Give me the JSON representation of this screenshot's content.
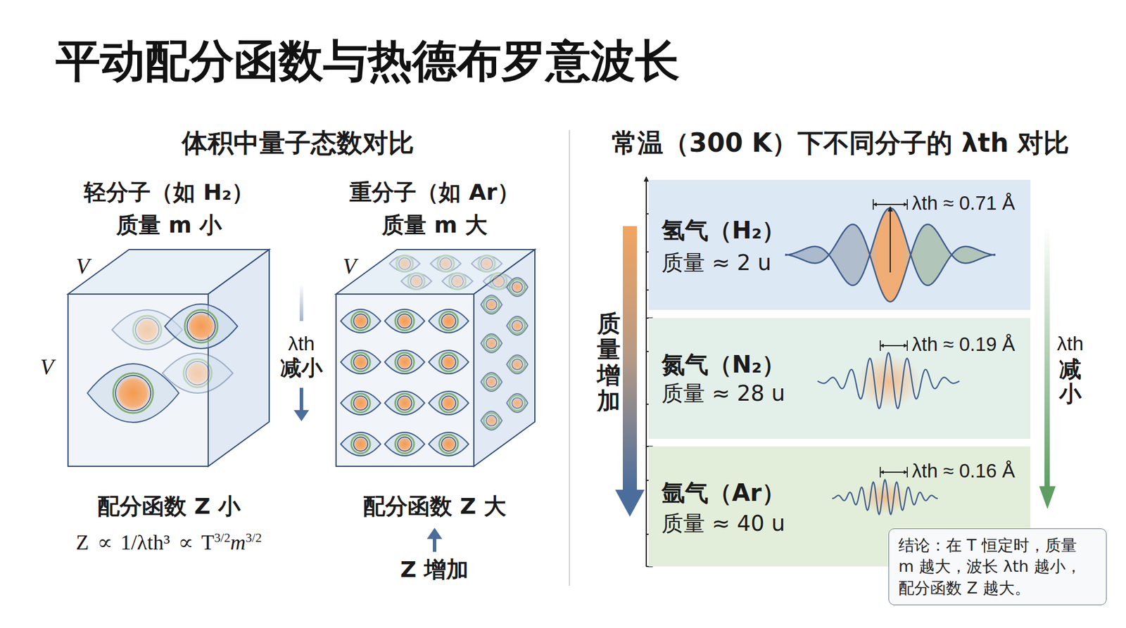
{
  "diagram": {
    "title": "平动配分函数与热德布罗意波长",
    "nodes": [
      {
        "text": [
          "氢气（H₂）",
          "质量 ≈ 2 u",
          "λth ≈ 0.71 Å"
        ]
      },
      {
        "text": [
          "氮气（N₂）",
          "质量 ≈ 28 u",
          "λth ≈ 0.19 Å"
        ]
      },
      {
        "text": [
          "氩气（Ar）",
          "质量 ≈ 40 u",
          "λth ≈ 0.16 Å"
        ]
      },
      {
        "text": [
          "结论：在 T 恒定时，质量 m 越大，波长 λth 越小，配分函数 Z 越大。"
        ]
      }
    ],
    "labels": [
      "体积中量子态数对比",
      "常温（300 K）下不同分子的 λth 对比",
      "轻分子（如 H₂）",
      "质量 m 小",
      "重分子（如 Ar）",
      "质量 m 大",
      "V",
      "V",
      "V",
      "λth",
      "减小",
      "配分函数 Z 小",
      "Z ∝ 1/λth³ ∝ T",
      "3/2",
      "m",
      "3/2",
      "配分函数 Z 大",
      "Z 增加",
      "质量增加",
      "λth",
      "减小"
    ]
  }
}
